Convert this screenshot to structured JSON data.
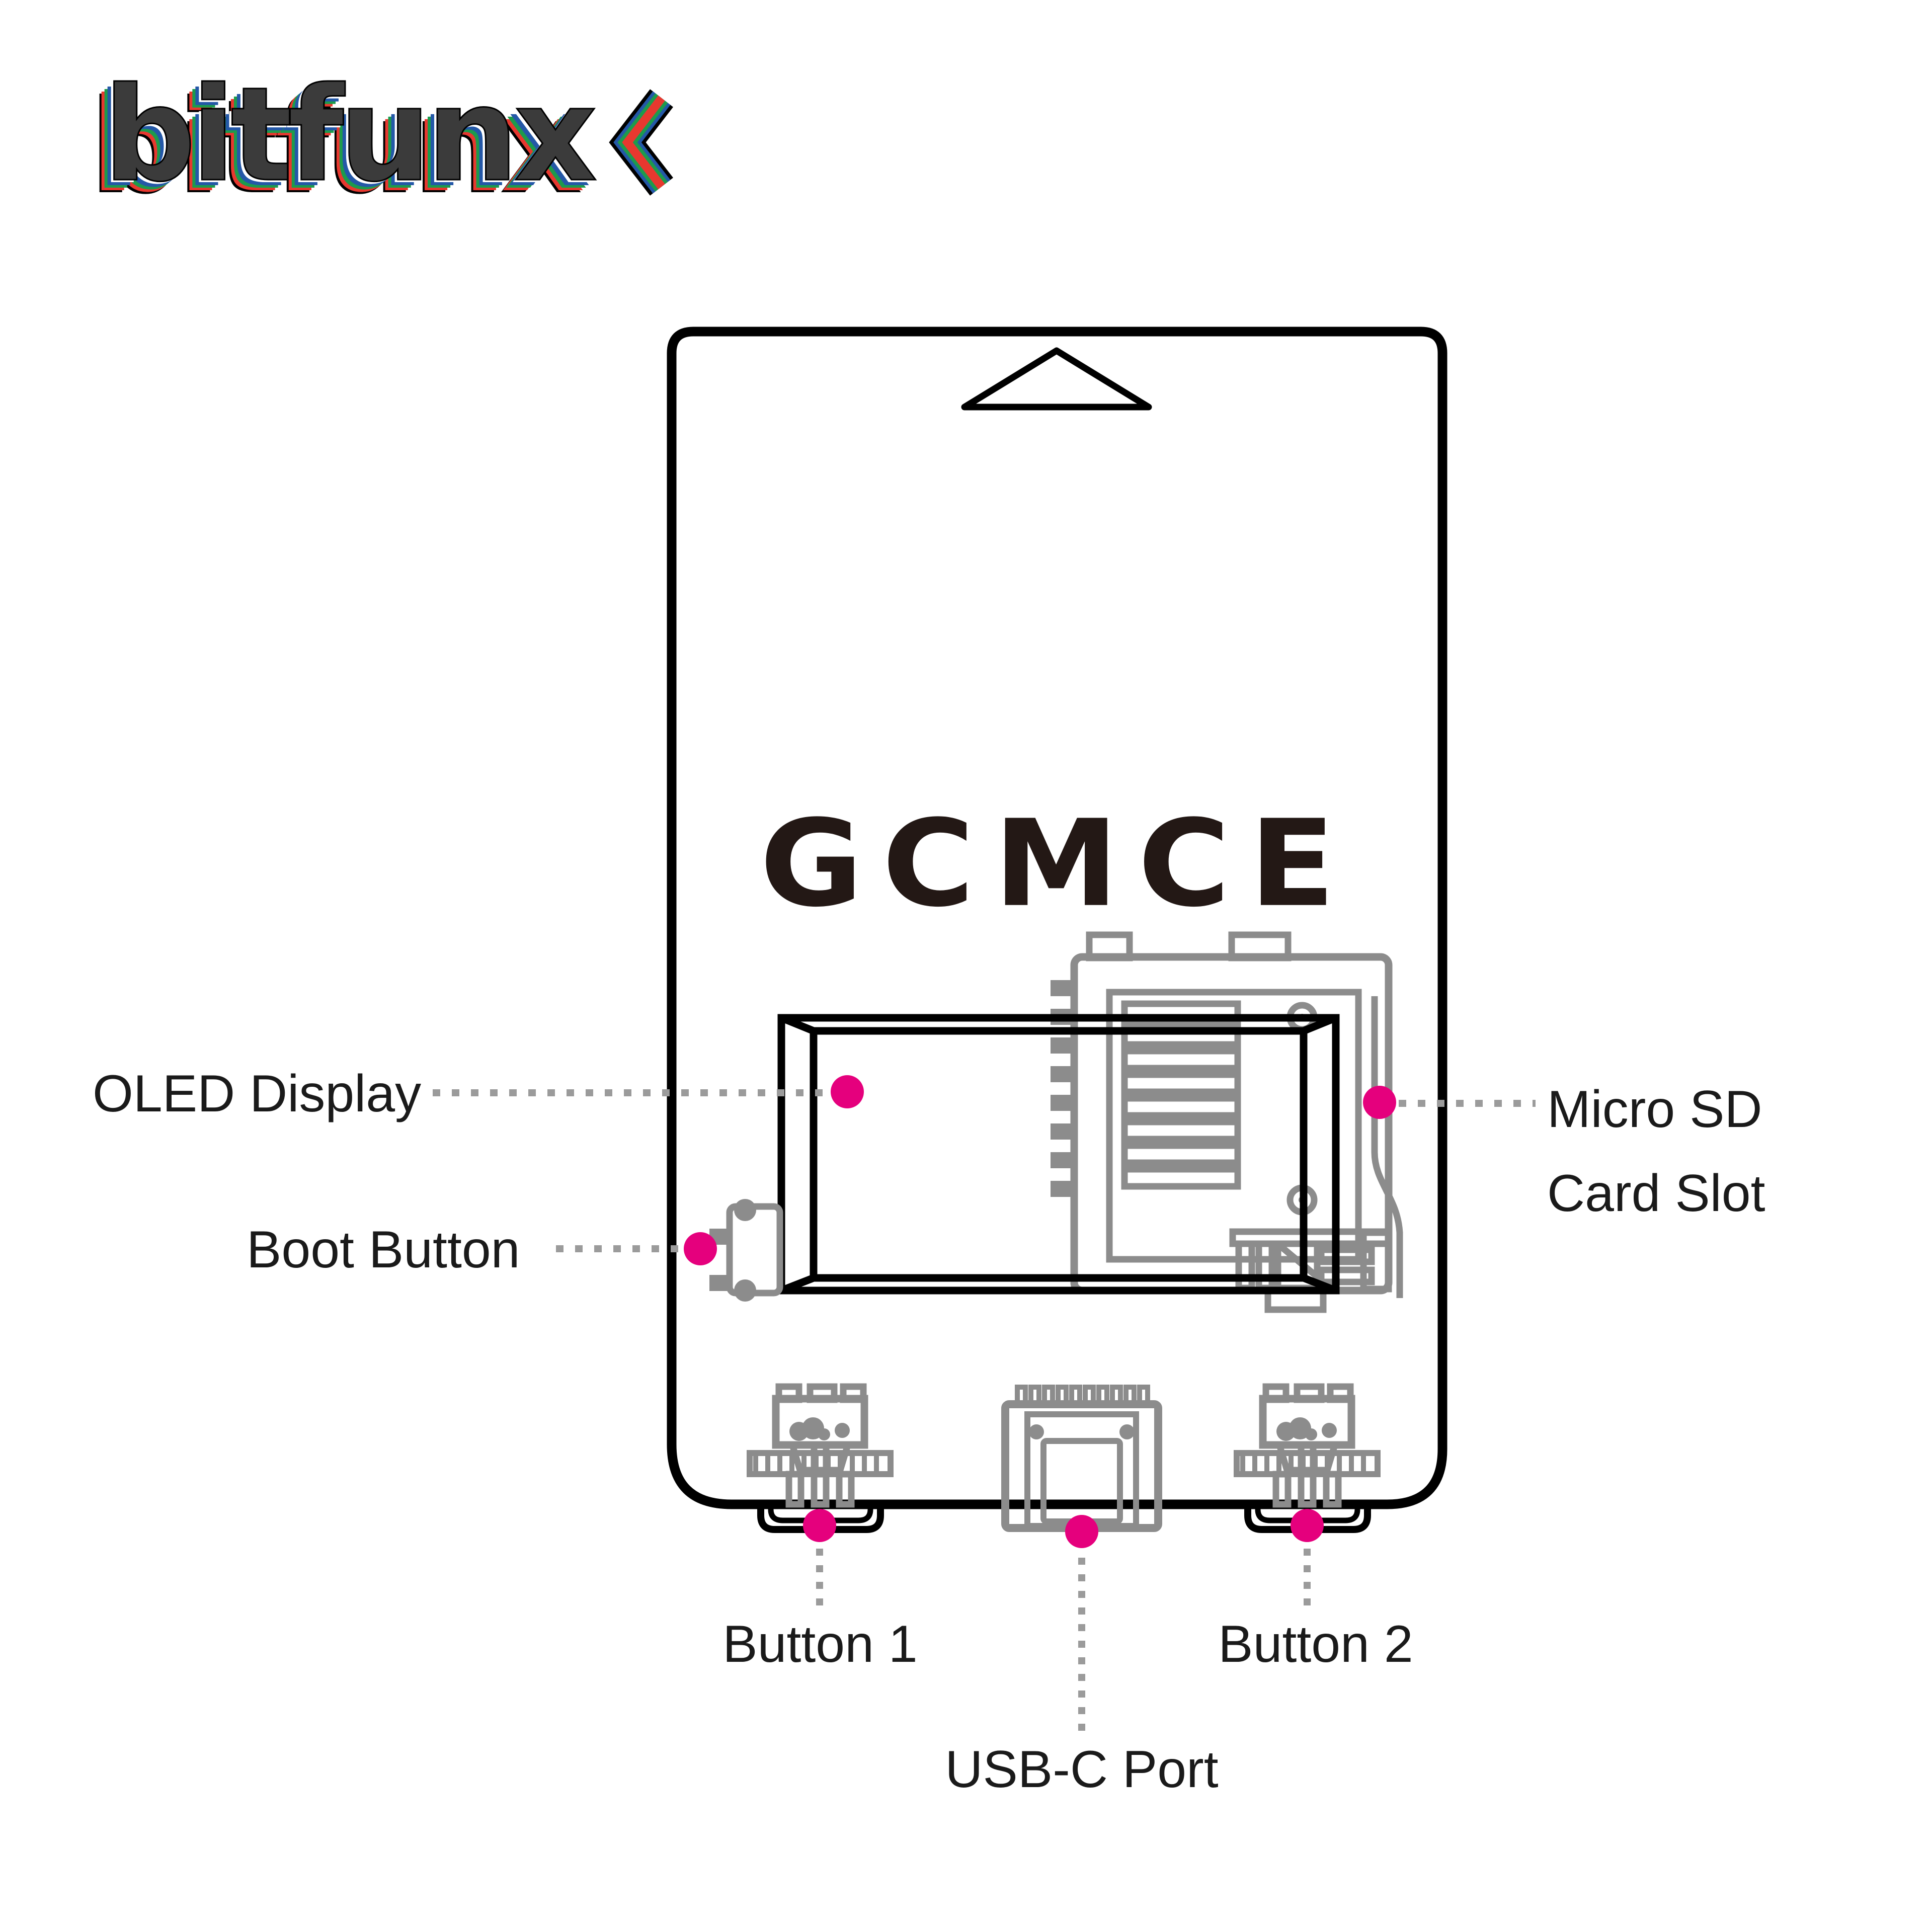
{
  "brand": {
    "name": "bitfunx",
    "mark_icon": "left-chevron-icon"
  },
  "device": {
    "model": "GCMCE"
  },
  "callouts": {
    "oled_display": {
      "label": "OLED Display"
    },
    "boot_button": {
      "label": "Boot Button"
    },
    "micro_sd": {
      "label_line1": "Micro SD",
      "label_line2": "Card Slot"
    },
    "button_1": {
      "label": "Button 1"
    },
    "button_2": {
      "label": "Button 2"
    },
    "usb_c_port": {
      "label": "USB-C Port"
    }
  },
  "colors": {
    "accent_pink": "#E5007D",
    "line_gray": "#8C8C8C",
    "leader_gray": "#9B9B9B",
    "ink": "#000000",
    "label_ink": "#1A1A1A",
    "model_ink": "#231815",
    "logo_gray": "#3B3B3B",
    "logo_red": "#E8382F",
    "logo_green": "#1D9B4C",
    "logo_blue": "#2458A7",
    "background": "#FFFFFF"
  }
}
